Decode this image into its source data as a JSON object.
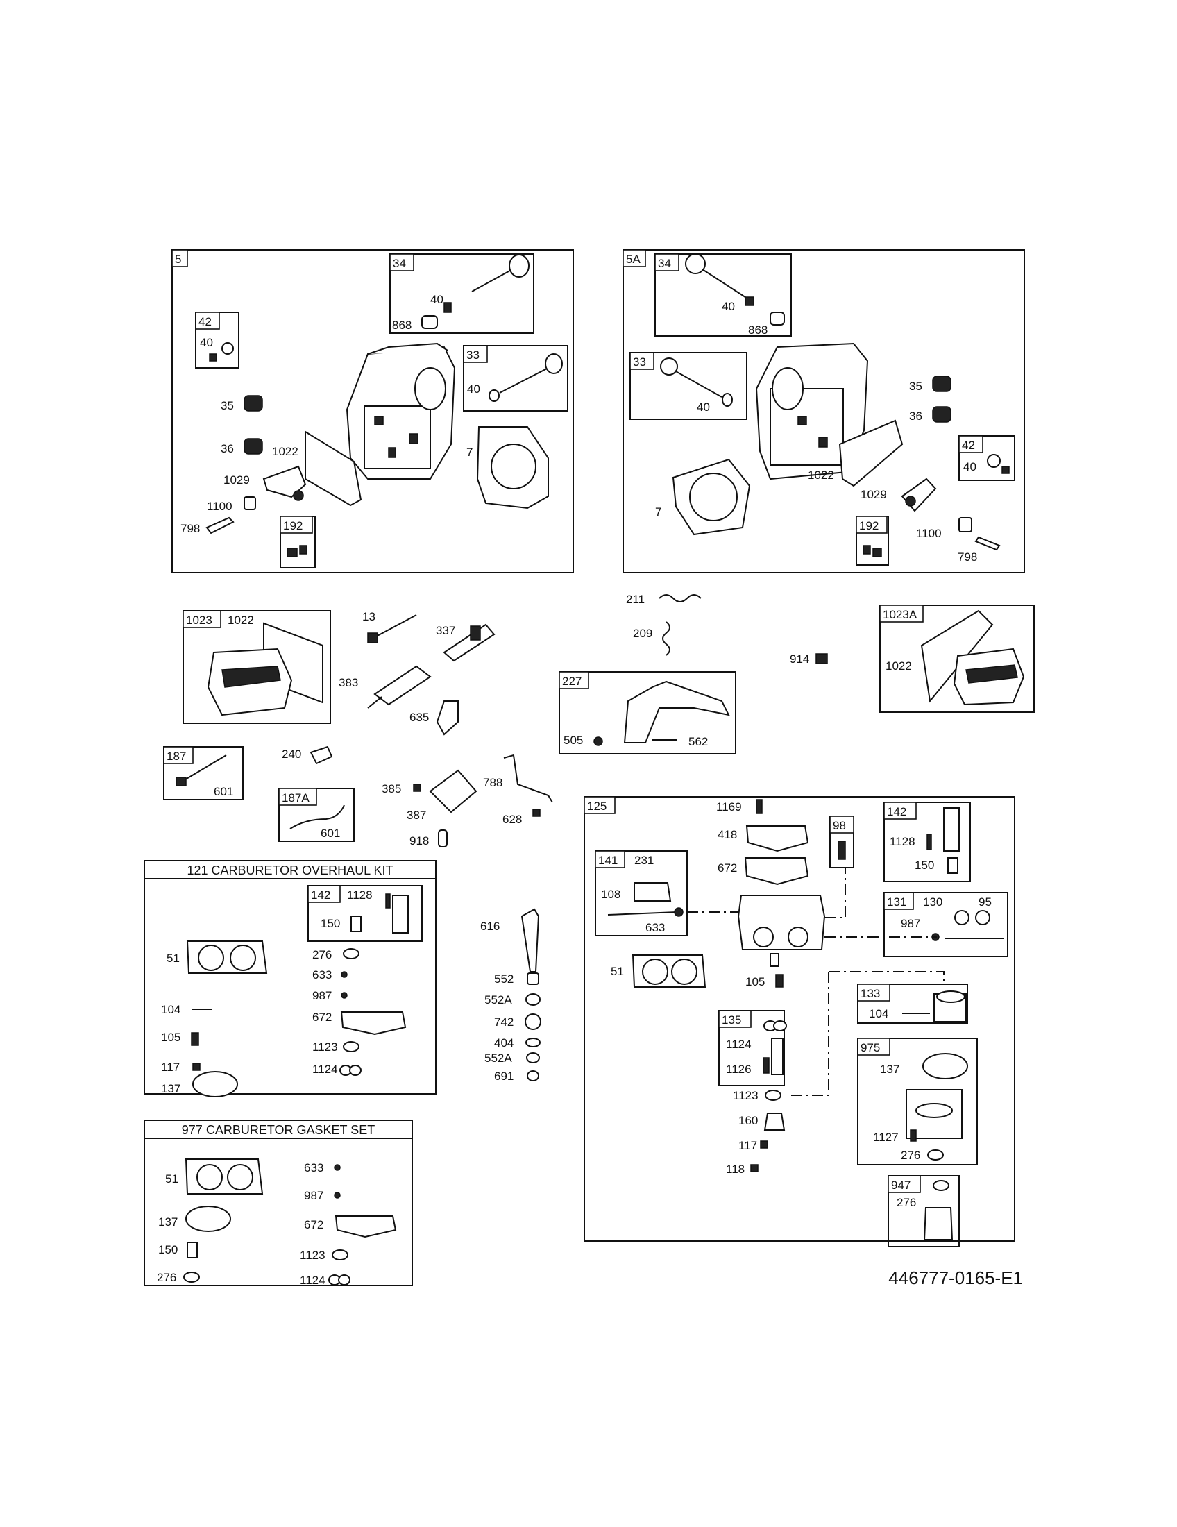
{
  "diagram_id": "446777-0165-E1",
  "kits": {
    "overhaul": "121 CARBURETOR OVERHAUL KIT",
    "gasket": "977 CARBURETOR GASKET SET"
  },
  "callouts": {
    "c5": "5",
    "c34a": "34",
    "c40a": "40",
    "c868a": "868",
    "c42a": "42",
    "c40b": "40",
    "c33a": "33",
    "c40c": "40",
    "c35a": "35",
    "c36a": "36",
    "c1022a": "1022",
    "c7a": "7",
    "c1029a": "1029",
    "c1100a": "1100",
    "c798a": "798",
    "c192a": "192",
    "c5A": "5A",
    "c34b": "34",
    "c40d": "40",
    "c868b": "868",
    "c33b": "33",
    "c40e": "40",
    "c35b": "35",
    "c36b": "36",
    "c42b": "42",
    "c40f": "40",
    "c1022b": "1022",
    "c7b": "7",
    "c1029b": "1029",
    "c192b": "192",
    "c1100b": "1100",
    "c798b": "798",
    "c1023": "1023",
    "c1022c": "1022",
    "c13": "13",
    "c337": "337",
    "c383": "383",
    "c635": "635",
    "c211": "211",
    "c209": "209",
    "c914": "914",
    "c1023A": "1023A",
    "c1022d": "1022",
    "c227": "227",
    "c505": "505",
    "c562": "562",
    "c187": "187",
    "c601a": "601",
    "c240": "240",
    "c187A": "187A",
    "c601b": "601",
    "c385": "385",
    "c387": "387",
    "c918": "918",
    "c788": "788",
    "c628": "628",
    "o142": "142",
    "o1128": "1128",
    "o150": "150",
    "o51": "51",
    "o276": "276",
    "o633": "633",
    "o987": "987",
    "o104": "104",
    "o672": "672",
    "o105": "105",
    "o1123": "1123",
    "o117": "117",
    "o1124": "1124",
    "o137": "137",
    "g51": "51",
    "g633": "633",
    "g987": "987",
    "g137": "137",
    "g672": "672",
    "g150": "150",
    "g1123": "1123",
    "g276": "276",
    "g1124": "1124",
    "c616": "616",
    "c552a": "552",
    "c552A1": "552A",
    "c742": "742",
    "c404": "404",
    "c552A2": "552A",
    "c691": "691",
    "c125": "125",
    "c1169": "1169",
    "c418": "418",
    "c672": "672",
    "c98": "98",
    "c142": "142",
    "c1128": "1128",
    "c150": "150",
    "c141": "141",
    "c231": "231",
    "c108": "108",
    "c633": "633",
    "c131": "131",
    "c130": "130",
    "c95": "95",
    "c987": "987",
    "c51": "51",
    "c105": "105",
    "c133": "133",
    "c104": "104",
    "c135": "135",
    "c1124": "1124",
    "c1126": "1126",
    "c975": "975",
    "c137": "137",
    "c1127": "1127",
    "c276a": "276",
    "c1123": "1123",
    "c160": "160",
    "c117": "117",
    "c118": "118",
    "c947": "947",
    "c276b": "276"
  }
}
